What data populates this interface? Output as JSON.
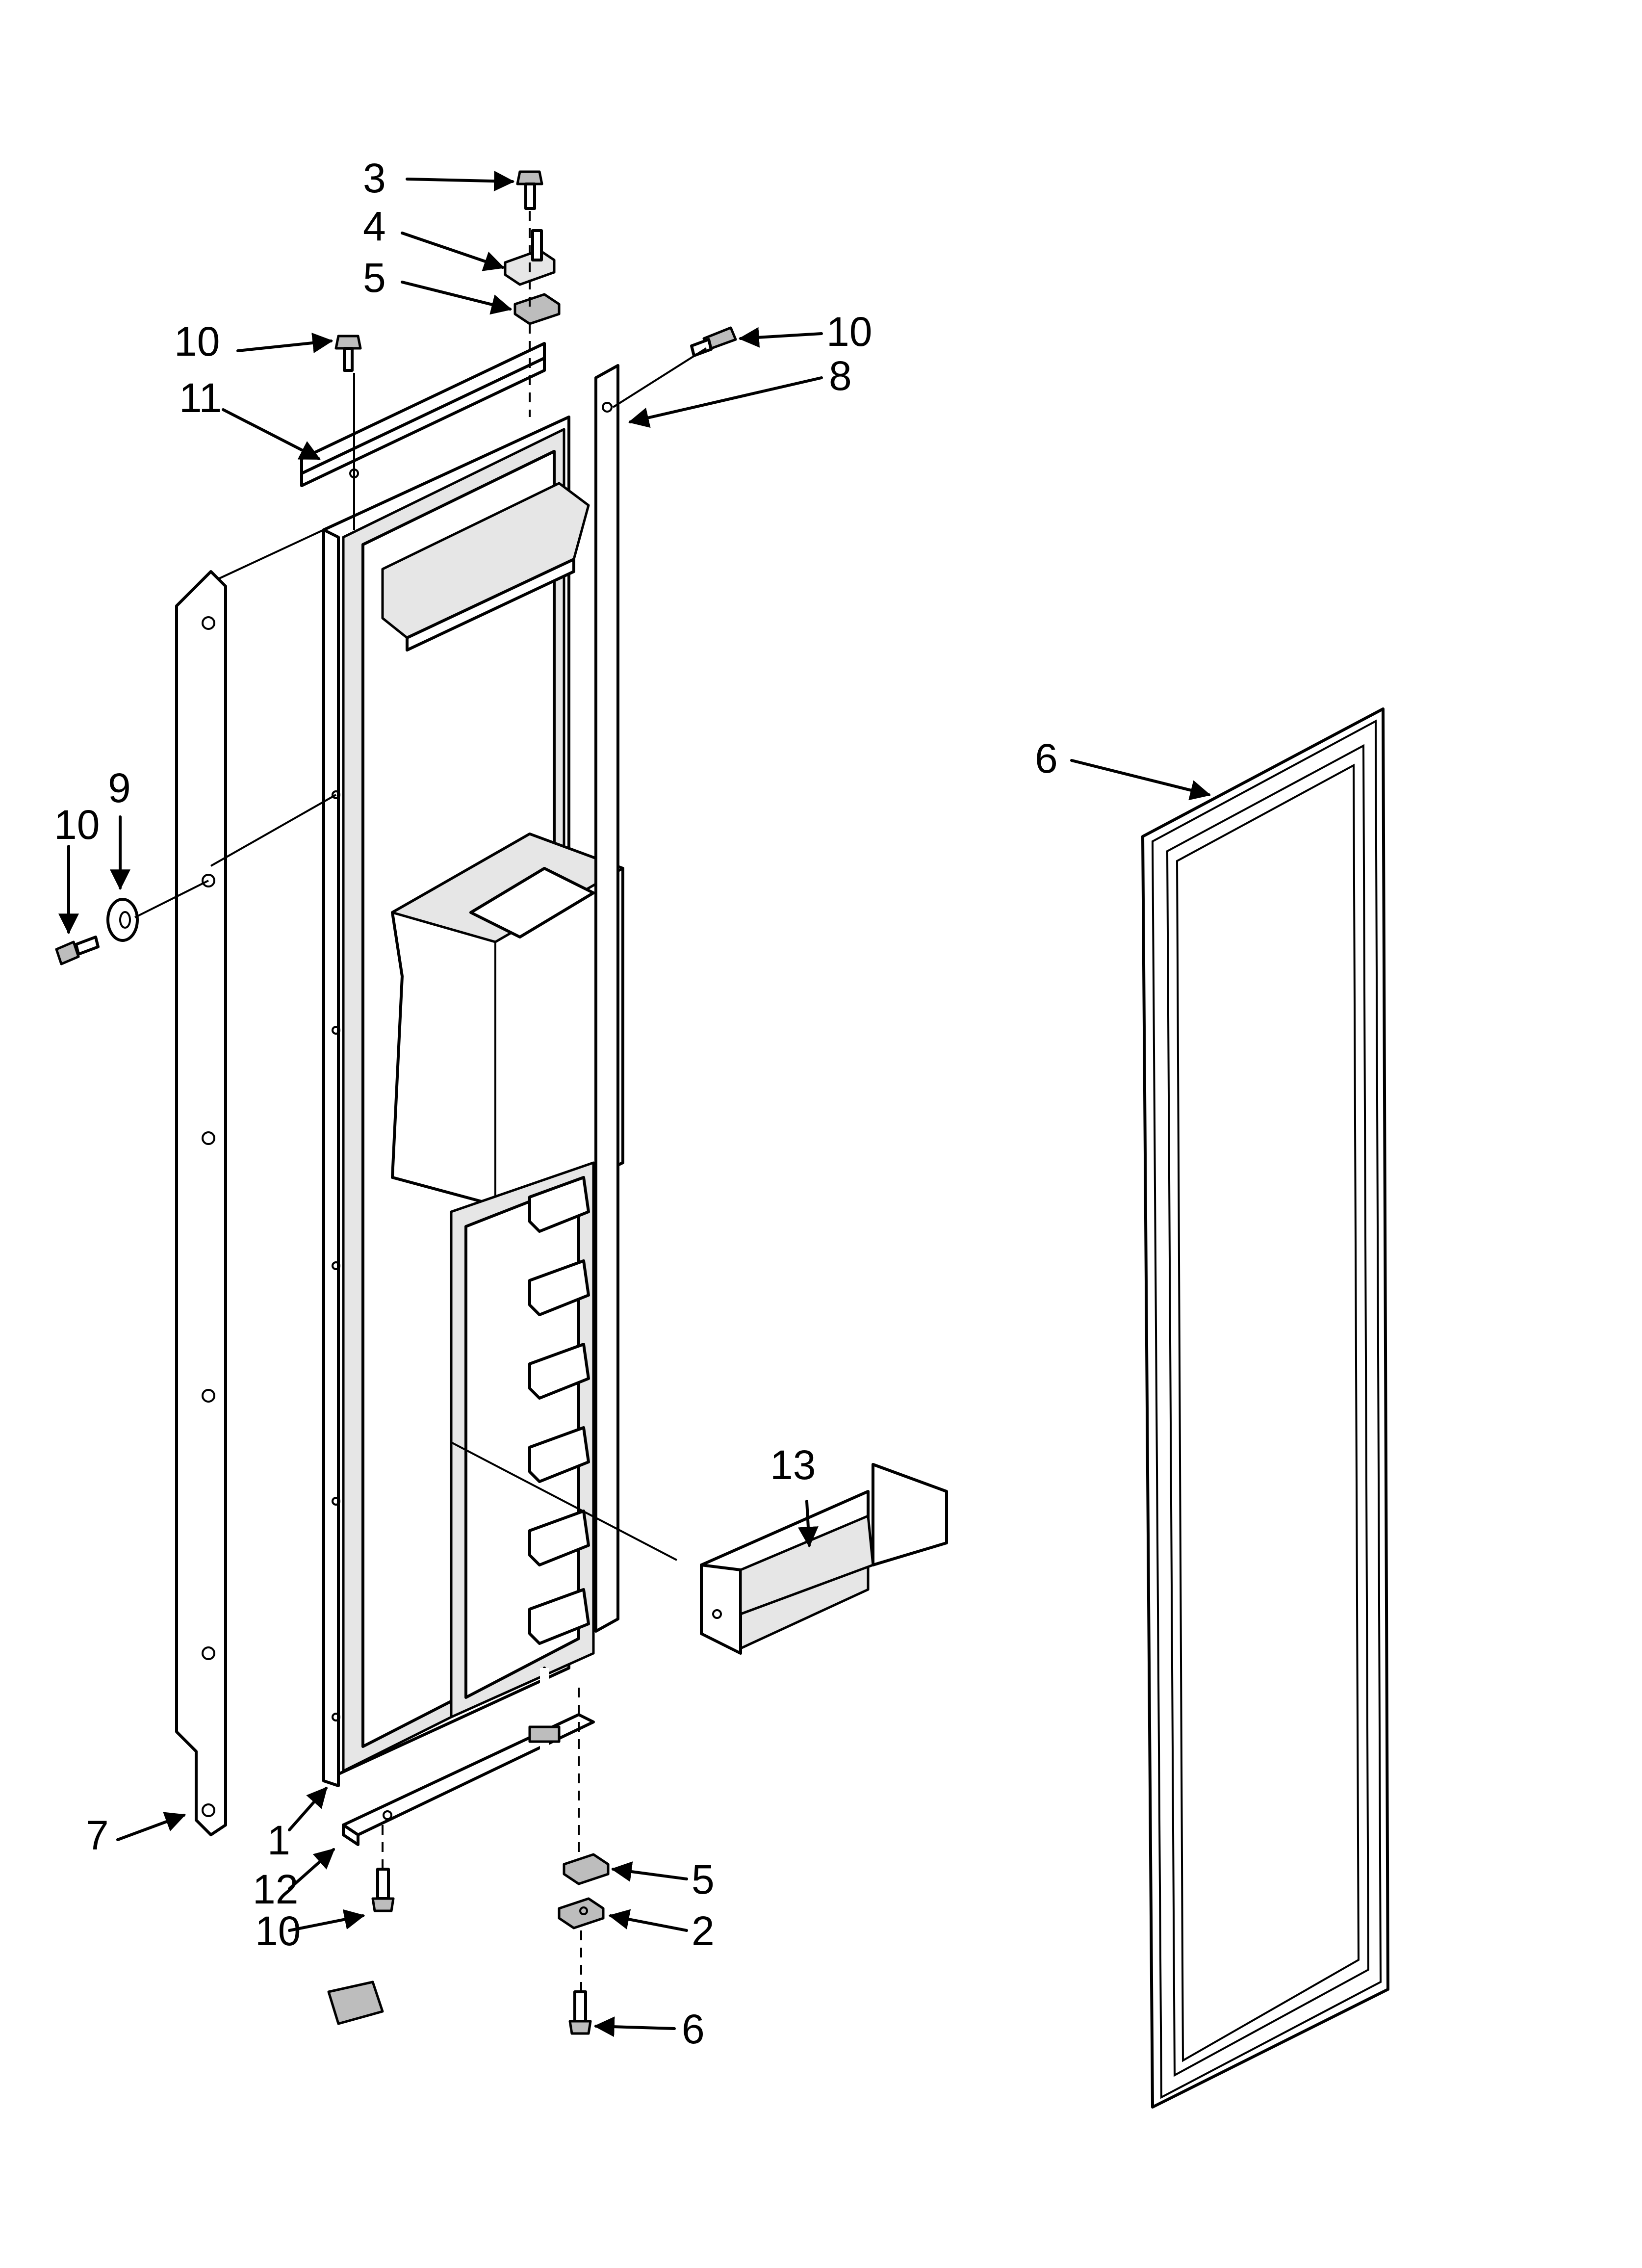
{
  "callouts": {
    "c1": "1",
    "c2": "2",
    "c3": "3",
    "c4": "4",
    "c5_top": "5",
    "c5_bottom": "5",
    "c6_gasket": "6",
    "c6_screw": "6",
    "c7": "7",
    "c8": "8",
    "c9": "9",
    "c10_top_left": "10",
    "c10_top_right": "10",
    "c10_left": "10",
    "c10_bottom": "10",
    "c11": "11",
    "c12": "12",
    "c13": "13"
  },
  "colors": {
    "line": "#000000",
    "background": "#ffffff",
    "shade": "#e6e6e6"
  }
}
